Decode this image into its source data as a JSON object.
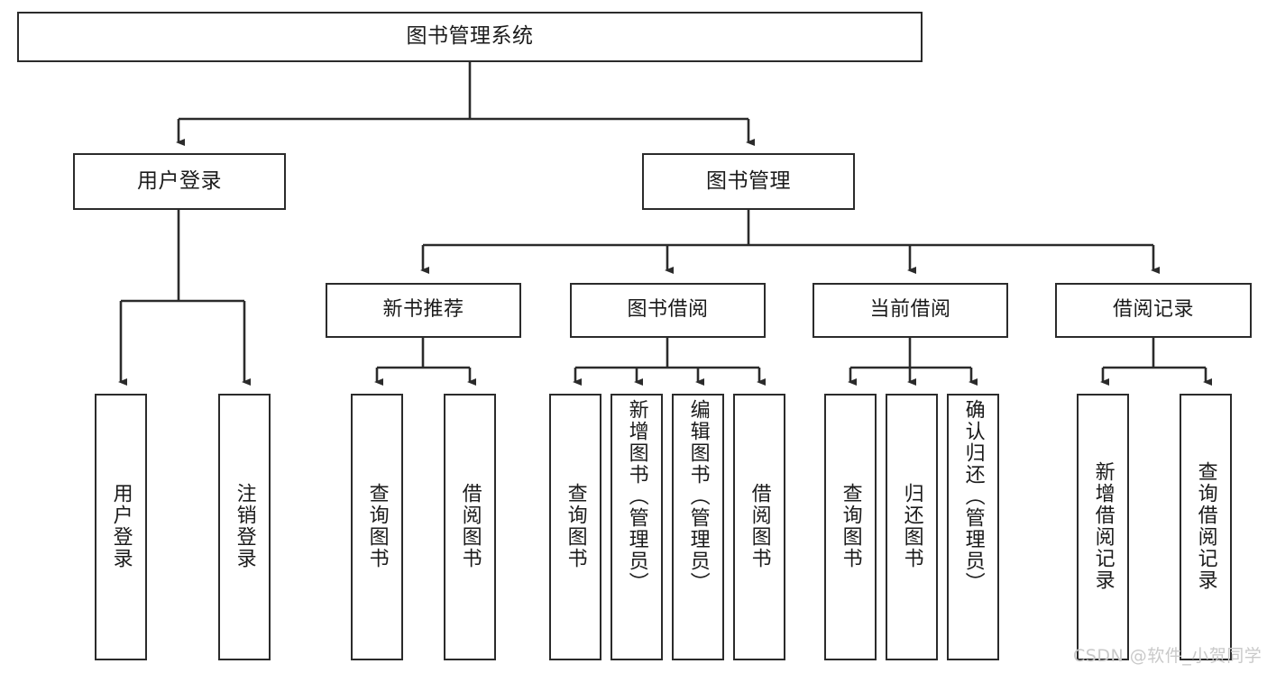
{
  "diagram": {
    "title": "图书管理系统",
    "type": "tree-hierarchy-diagram",
    "colors": {
      "box_border": "#2b2b2b",
      "box_fill": "#ffffff",
      "connector": "#2b2b2b",
      "text": "#1b1b1b",
      "watermark": "#c9c9c9",
      "background": "#ffffff"
    },
    "nodes": {
      "root": {
        "label": "图书管理系统",
        "level": 1,
        "orientation": "horizontal"
      },
      "level2": [
        {
          "id": "user-login",
          "label": "用户登录",
          "orientation": "horizontal"
        },
        {
          "id": "book-management",
          "label": "图书管理",
          "orientation": "horizontal"
        }
      ],
      "level3": [
        {
          "id": "new-book-recommend",
          "label": "新书推荐",
          "orientation": "horizontal"
        },
        {
          "id": "book-borrow",
          "label": "图书借阅",
          "orientation": "horizontal"
        },
        {
          "id": "current-borrow",
          "label": "当前借阅",
          "orientation": "horizontal"
        },
        {
          "id": "borrow-record",
          "label": "借阅记录",
          "orientation": "horizontal"
        }
      ],
      "leaves": {
        "user_login": [
          {
            "id": "leaf-user-login",
            "label": "用户登录",
            "orientation": "vertical"
          },
          {
            "id": "leaf-logout",
            "label": "注销登录",
            "orientation": "vertical"
          }
        ],
        "new_book_recommend": [
          {
            "id": "leaf-query-book-1",
            "label": "查询图书",
            "orientation": "vertical"
          },
          {
            "id": "leaf-borrow-book-1",
            "label": "借阅图书",
            "orientation": "vertical"
          }
        ],
        "book_borrow": [
          {
            "id": "leaf-query-book-2",
            "label": "查询图书",
            "orientation": "vertical"
          },
          {
            "id": "leaf-add-book",
            "label": "新增图书（管理员）",
            "orientation": "vertical"
          },
          {
            "id": "leaf-edit-book",
            "label": "编辑图书（管理员）",
            "orientation": "vertical"
          },
          {
            "id": "leaf-borrow-book-2",
            "label": "借阅图书",
            "orientation": "vertical"
          }
        ],
        "current_borrow": [
          {
            "id": "leaf-query-book-3",
            "label": "查询图书",
            "orientation": "vertical"
          },
          {
            "id": "leaf-return-book",
            "label": "归还图书",
            "orientation": "vertical"
          },
          {
            "id": "leaf-confirm-return",
            "label": "确认归还（管理员）",
            "orientation": "vertical"
          }
        ],
        "borrow_record": [
          {
            "id": "leaf-add-record",
            "label": "新增借阅记录",
            "orientation": "vertical"
          },
          {
            "id": "leaf-query-record",
            "label": "查询借阅记录",
            "orientation": "vertical"
          }
        ]
      }
    },
    "watermark": "CSDN @软件_小贺同学"
  }
}
